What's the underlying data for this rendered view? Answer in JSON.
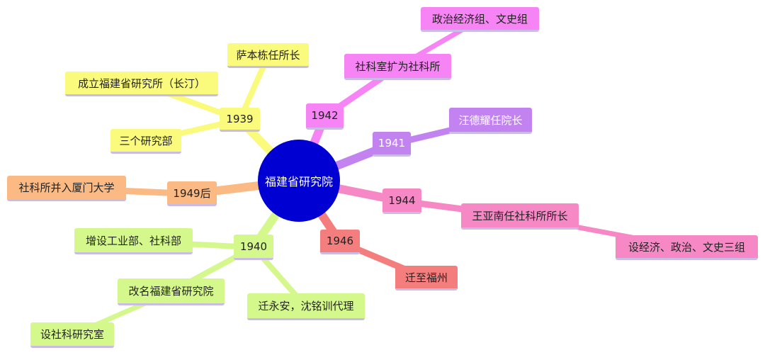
{
  "root": "福建省研究院",
  "branches": {
    "b1939": {
      "label": "1939",
      "children": [
        "萨本栋任所长",
        "成立福建省研究所（长汀）",
        "三个研究部"
      ],
      "color": "#fafa7c"
    },
    "b1942": {
      "label": "1942",
      "child": "社科室扩为社科所",
      "grandchild": "政治经济组、文史组",
      "color": "#f784f4"
    },
    "b1941": {
      "label": "1941",
      "child": "汪德耀任院长",
      "color": "#c283f0"
    },
    "b1944": {
      "label": "1944",
      "child": "王亚南任社科所所长",
      "grandchild": "设经济、政治、文史三组",
      "color": "#f788c6"
    },
    "b1946": {
      "label": "1946",
      "child": "迁至福州",
      "color": "#f47e7e"
    },
    "b1949": {
      "label": "1949后",
      "child": "社科所并入厦门大学",
      "color": "#fbb983"
    },
    "b1940": {
      "label": "1940",
      "children": [
        "增设工业部、社科部",
        "改名福建省研究院",
        "迁永安，沈铭训代理"
      ],
      "grandchild": "设社科研究室",
      "color": "#d5f88c"
    }
  }
}
